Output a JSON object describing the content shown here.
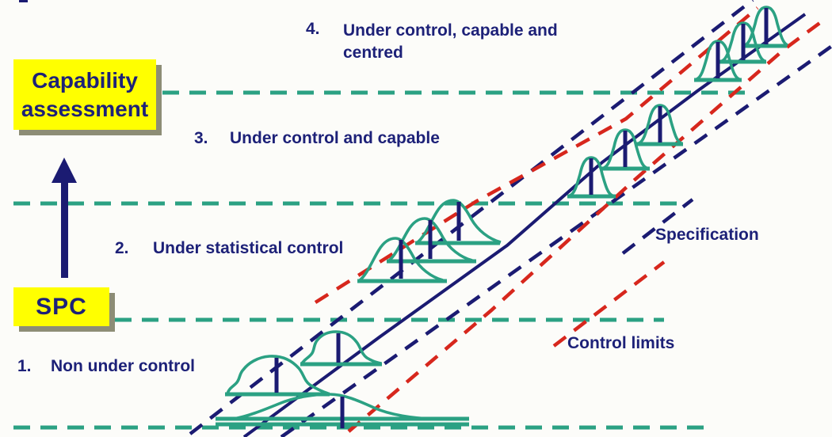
{
  "diagram": {
    "boxes": {
      "capability": "Capability assessment",
      "spc": "SPC"
    },
    "stages": [
      {
        "number": "1.",
        "label": "Non under control"
      },
      {
        "number": "2.",
        "label": "Under statistical control"
      },
      {
        "number": "3.",
        "label": "Under control and capable"
      },
      {
        "number": "4.",
        "label": "Under control, capable and centred"
      }
    ],
    "legend": {
      "specification": "Specification",
      "control_limits": "Control limits"
    },
    "colors": {
      "navy": "#1b1b72",
      "red": "#d7271d",
      "teal": "#2ba183",
      "yellow": "#ffff00",
      "text_navy": "#1d2178",
      "shadow": "#8d8d76"
    }
  }
}
